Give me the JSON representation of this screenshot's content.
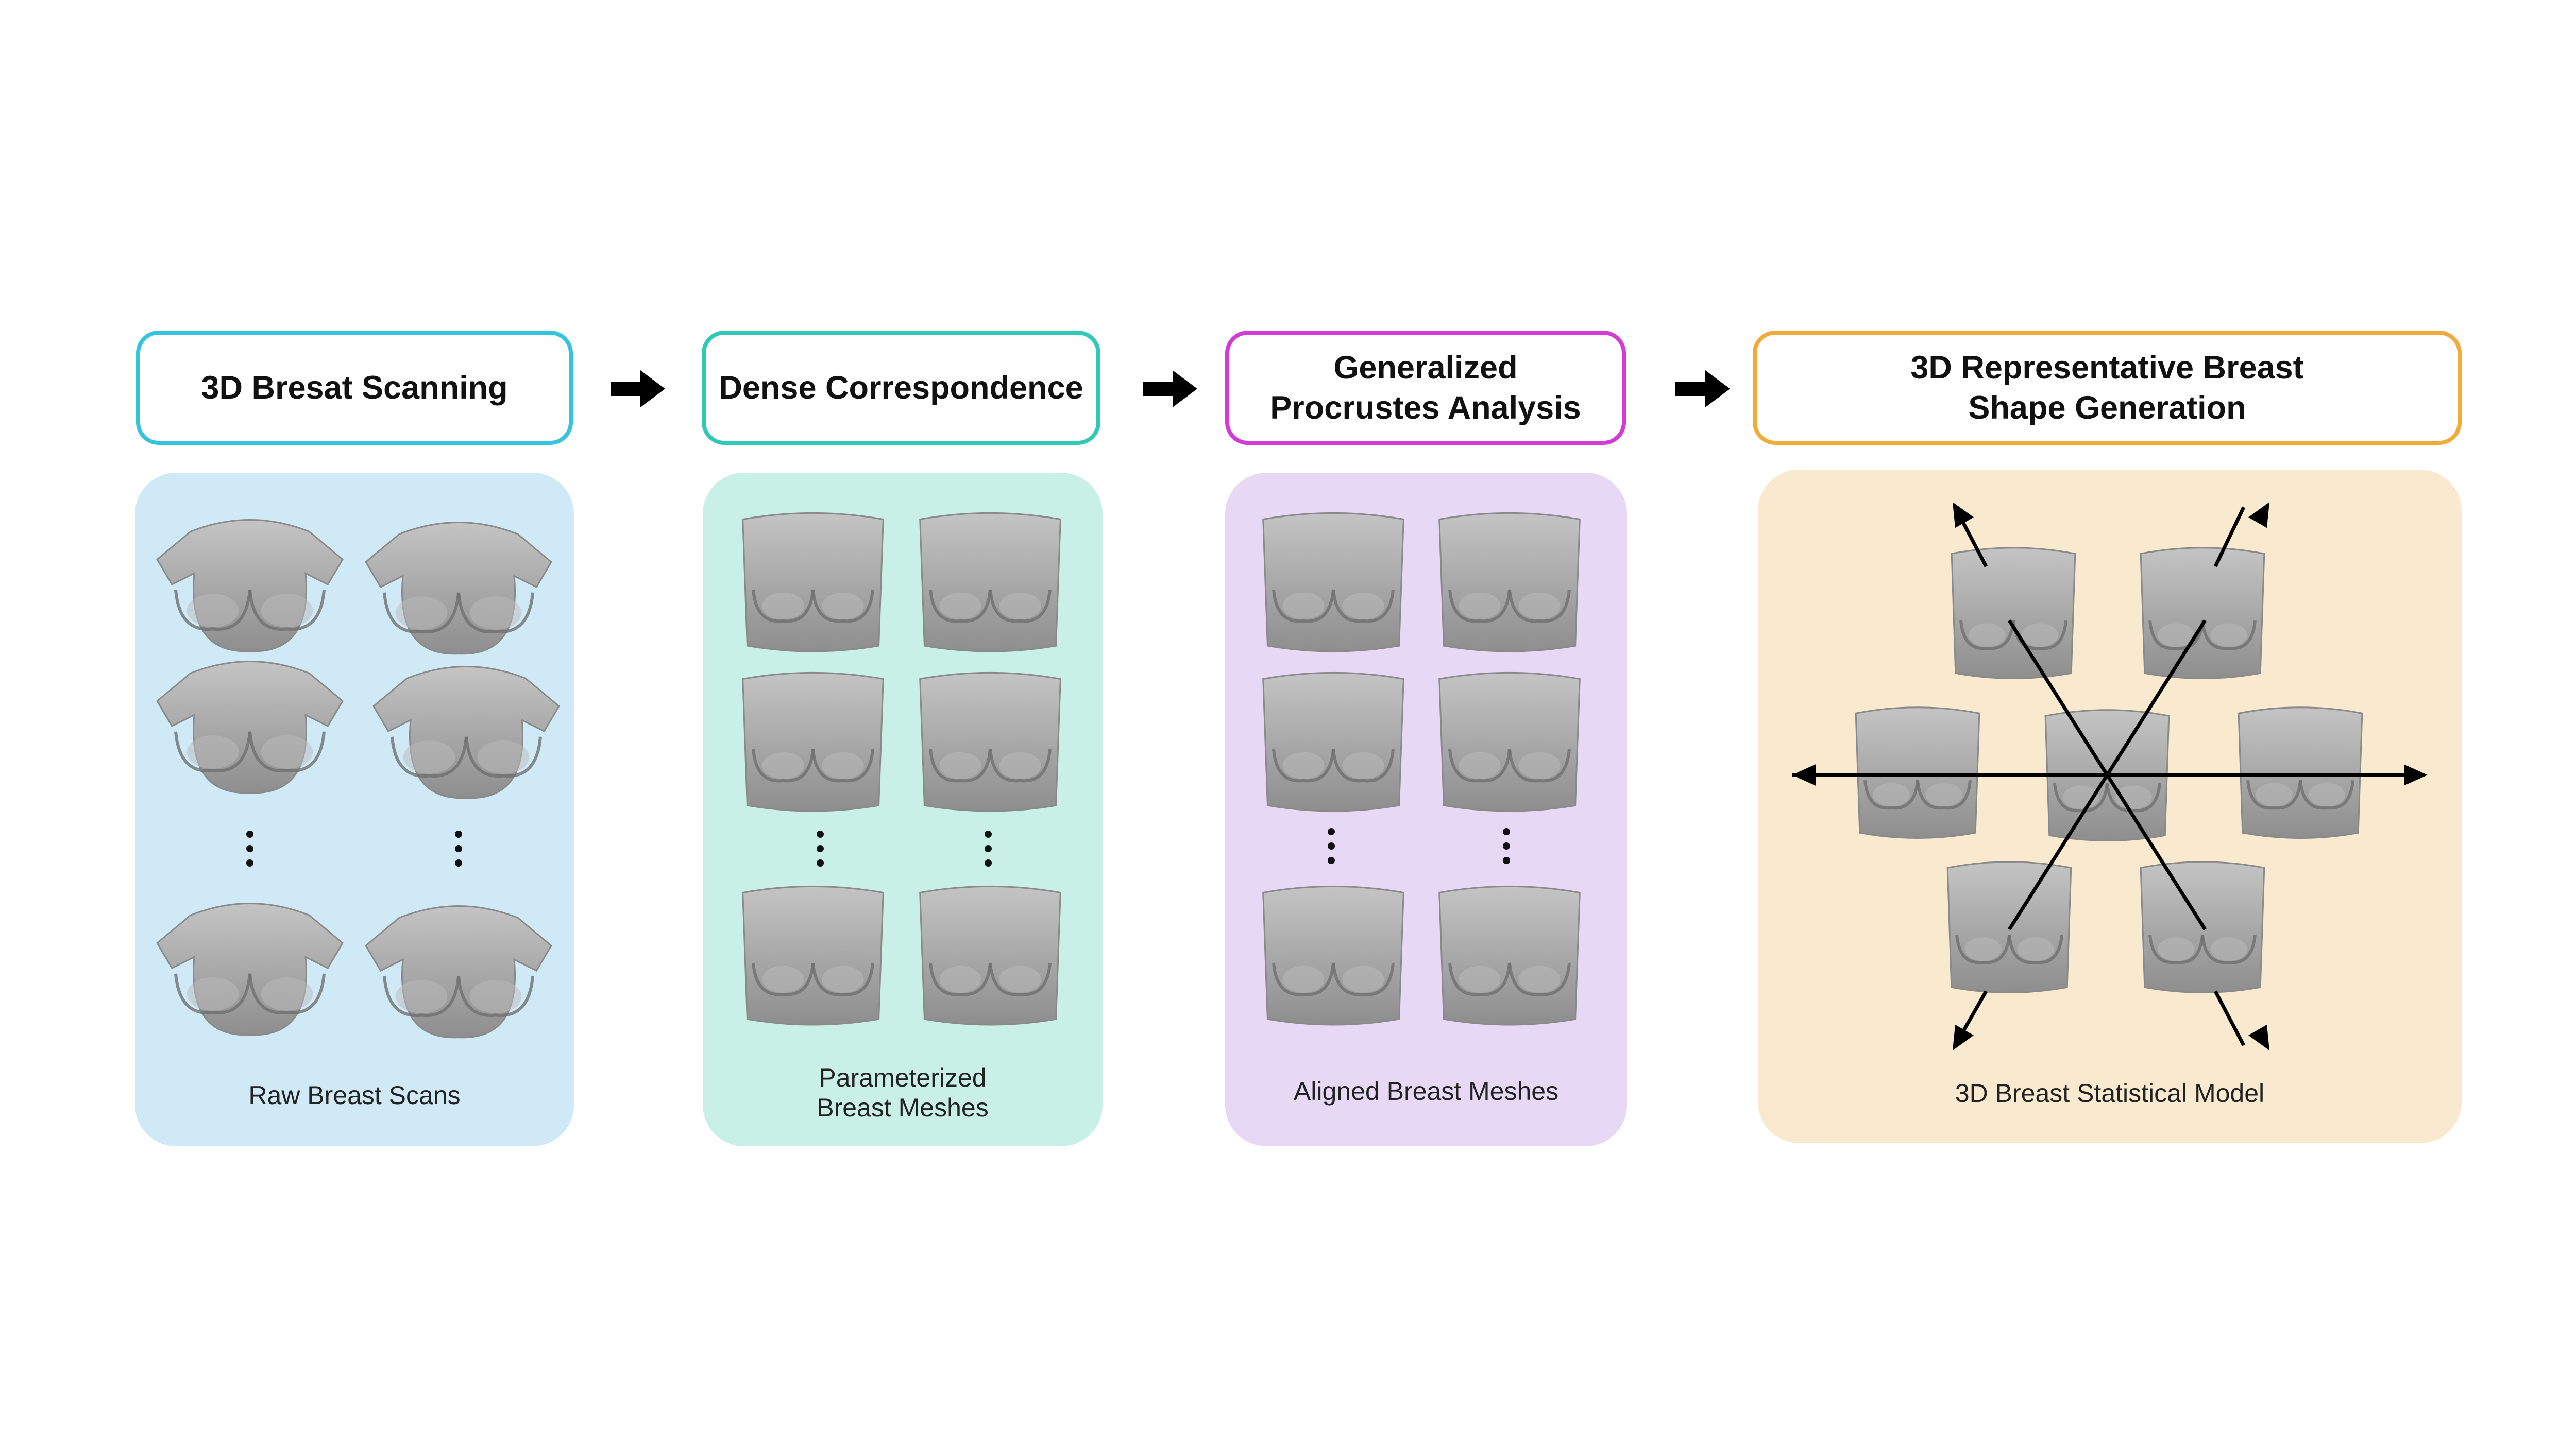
{
  "stages": [
    {
      "title": "3D Bresat Scanning",
      "caption": "Raw Breast Scans",
      "border_color": "#35c3dd",
      "panel_color": "#cfe9f6"
    },
    {
      "title": "Dense Correspondence",
      "caption": "Parameterized\nBreast Meshes",
      "border_color": "#2fc9b6",
      "panel_color": "#c9f0e6"
    },
    {
      "title": "Generalized\nProcrustes Analysis",
      "caption": "Aligned Breast Meshes",
      "border_color": "#d33ad6",
      "panel_color": "#e7d9f6"
    },
    {
      "title": "3D Representative Breast\nShape Generation",
      "caption": "3D Breast Statistical Model",
      "border_color": "#f1ab3b",
      "panel_color": "#f9e9cf"
    }
  ],
  "mesh_color": "#a9a9a9",
  "arrow_color": "#000000"
}
